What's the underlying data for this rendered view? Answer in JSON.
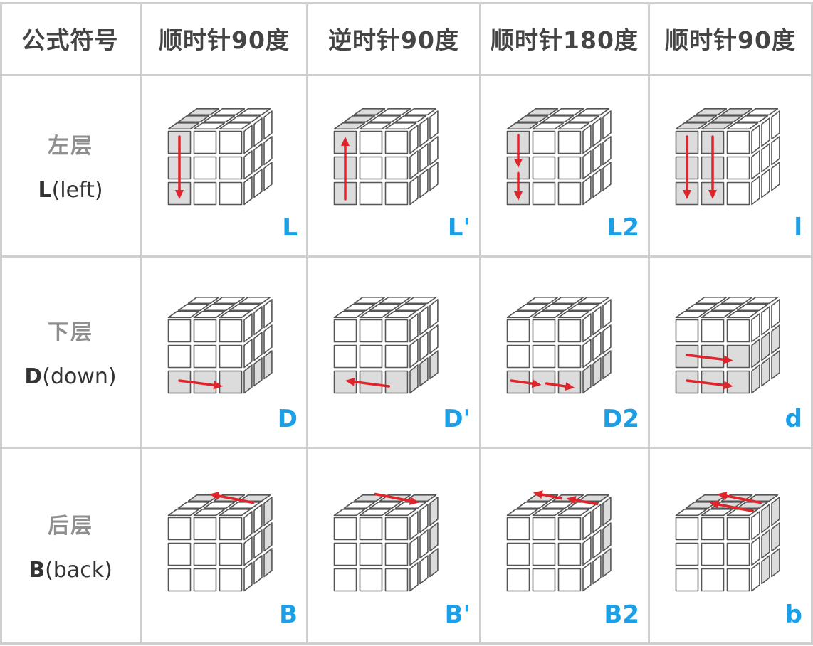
{
  "header": {
    "col0": "公式符号",
    "col1": "顺时针90度",
    "col2": "逆时针90度",
    "col3": "顺时针180度",
    "col4": "顺时针90度"
  },
  "rows": [
    {
      "label_cn": "左层",
      "label_letter": "L",
      "label_word": "(left)",
      "face": "left",
      "cells": [
        {
          "notation": "L",
          "gray": "left1",
          "arrows": "left-down"
        },
        {
          "notation": "L'",
          "gray": "left1",
          "arrows": "left-up"
        },
        {
          "notation": "L2",
          "gray": "left1",
          "arrows": "left-down2"
        },
        {
          "notation": "l",
          "gray": "left2",
          "arrows": "left-wide"
        }
      ]
    },
    {
      "label_cn": "下层",
      "label_letter": "D",
      "label_word": "(down)",
      "face": "down",
      "cells": [
        {
          "notation": "D",
          "gray": "down1",
          "arrows": "down-right"
        },
        {
          "notation": "D'",
          "gray": "down1",
          "arrows": "down-left"
        },
        {
          "notation": "D2",
          "gray": "down1",
          "arrows": "down-right2"
        },
        {
          "notation": "d",
          "gray": "down2",
          "arrows": "down-wide"
        }
      ]
    },
    {
      "label_cn": "后层",
      "label_letter": "B",
      "label_word": "(back)",
      "face": "back",
      "cells": [
        {
          "notation": "B",
          "gray": "back1",
          "arrows": "back-left"
        },
        {
          "notation": "B'",
          "gray": "back1",
          "arrows": "back-right"
        },
        {
          "notation": "B2",
          "gray": "back1",
          "arrows": "back-left2"
        },
        {
          "notation": "b",
          "gray": "back2",
          "arrows": "back-wide"
        }
      ]
    }
  ],
  "colors": {
    "grid": "#cfcfcf",
    "header_text": "#444444",
    "label_cn": "#8f8f8f",
    "label_en": "#333333",
    "notation": "#1ba0e8",
    "arrow": "#e0242b",
    "sticker_gray": "#dcdcdc",
    "sticker_white": "#ffffff",
    "outline": "#555555"
  }
}
